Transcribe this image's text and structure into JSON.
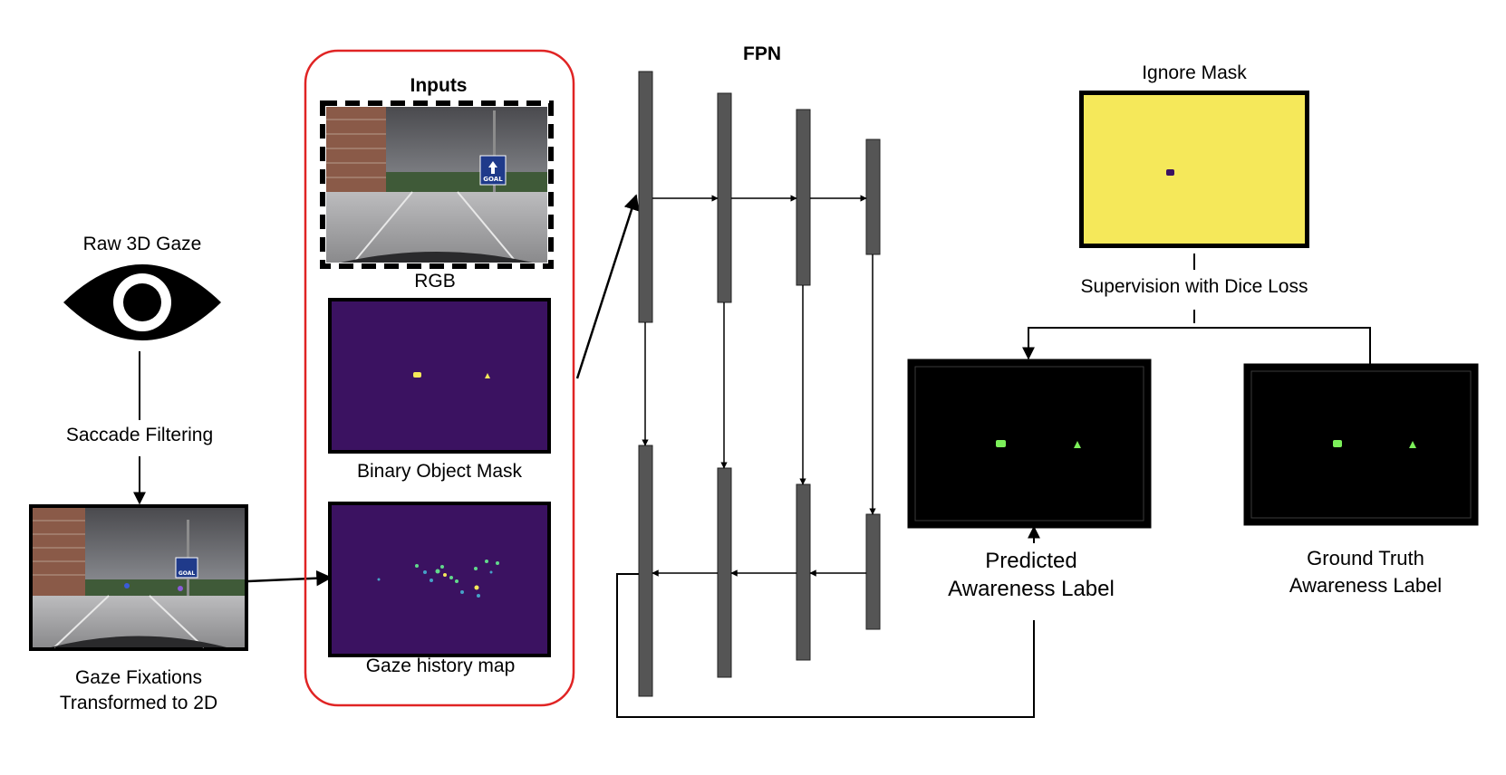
{
  "gaze": {
    "raw_label": "Raw 3D Gaze",
    "filter_label": "Saccade Filtering",
    "fixations_line1": "Gaze Fixations",
    "fixations_line2": "Transformed to 2D",
    "eye_icon": "eye-icon"
  },
  "inputs": {
    "title": "Inputs",
    "rgb_label": "RGB",
    "mask_label": "Binary Object Mask",
    "history_label": "Gaze history map",
    "goal_sign_text": "GOAL",
    "frame_color": "#e02424"
  },
  "fpn": {
    "title": "FPN",
    "bar_color": "#555555"
  },
  "outputs": {
    "ignore_label": "Ignore Mask",
    "supervision_label": "Supervision with Dice Loss",
    "predicted_line1": "Predicted",
    "predicted_line2": "Awareness Label",
    "gt_line1": "Ground Truth",
    "gt_line2": "Awareness Label",
    "mask_yellow": "#f5e85a",
    "mask_purple": "#3b1261",
    "label_green": "#7cf05a"
  }
}
